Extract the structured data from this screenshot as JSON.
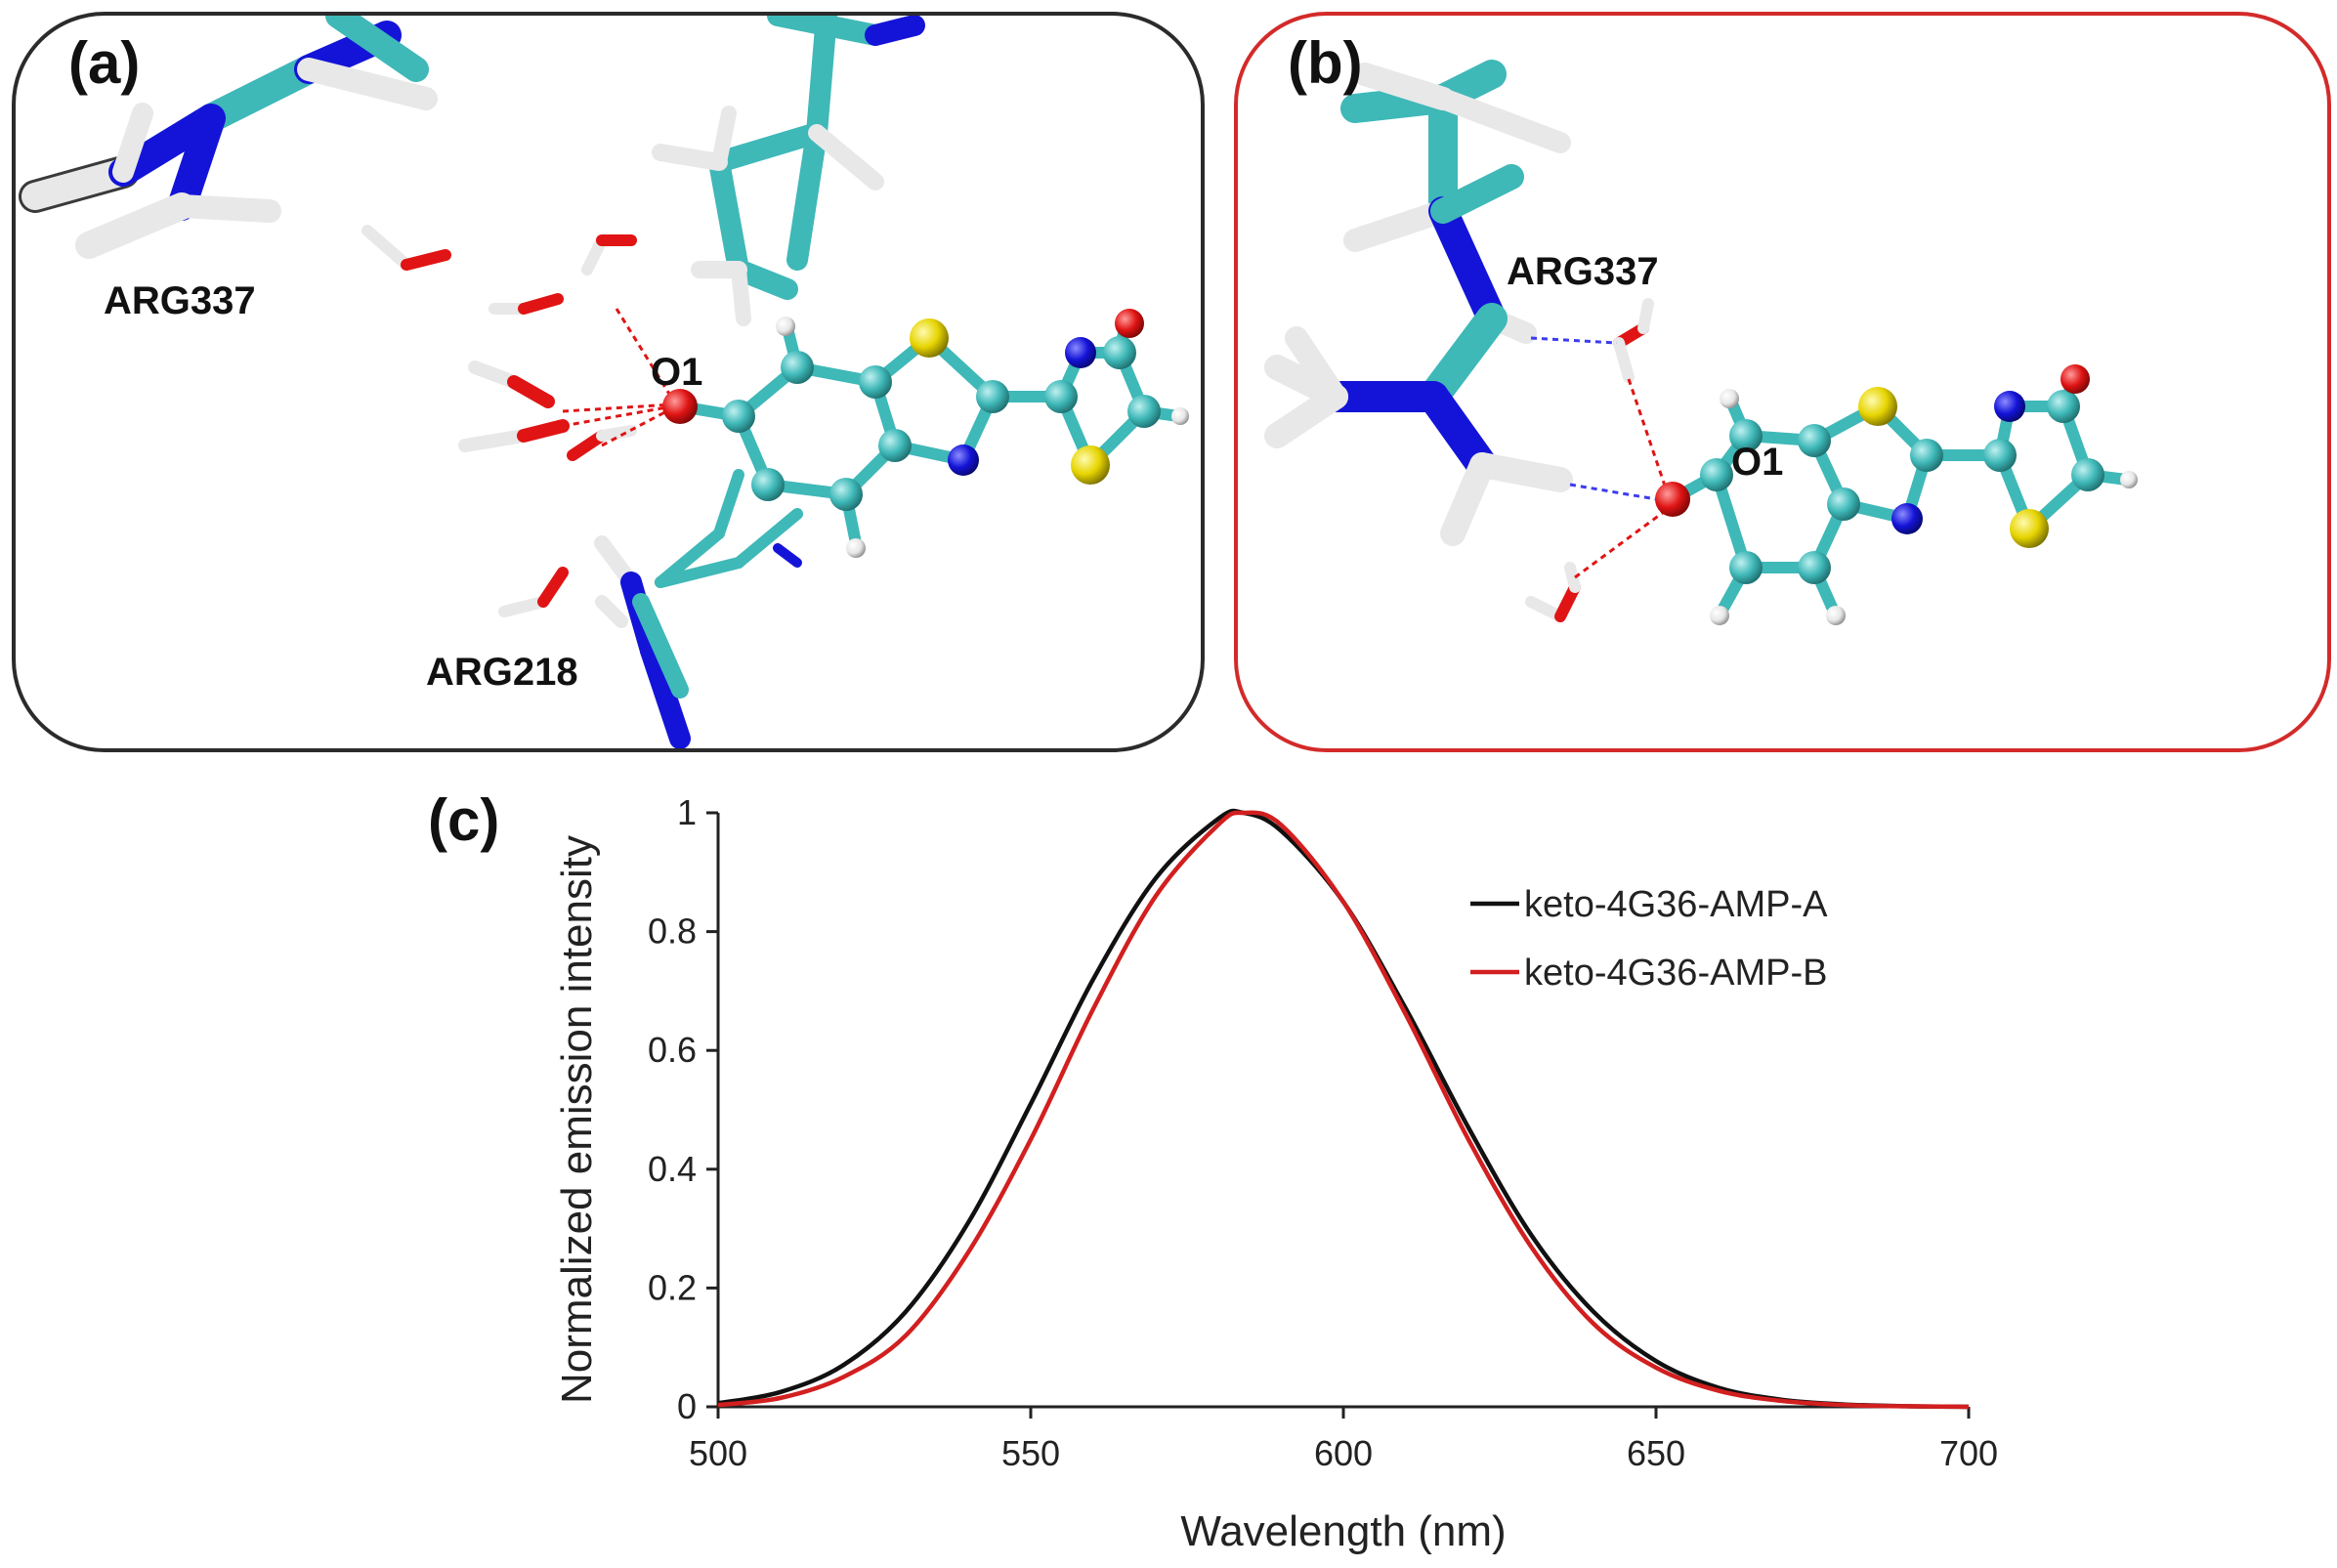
{
  "panel_a": {
    "label": "(a)",
    "residue_1": "ARG337",
    "residue_2": "ARG218",
    "atom": "O1"
  },
  "panel_b": {
    "label": "(b)",
    "residue_1": "ARG337",
    "atom": "O1"
  },
  "panel_c": {
    "label": "(c)"
  },
  "colors": {
    "frame_a": "#2b2b2b",
    "frame_b": "#d32a2a",
    "carbon": "#3fb8b8",
    "nitrogen": "#1414d8",
    "oxygen": "#e01414",
    "sulfur": "#e6d400",
    "hydrogen": "#f2f2f2"
  },
  "chart_data": {
    "type": "line",
    "xlabel": "Wavelength (nm)",
    "ylabel": "Normalized emission intensity",
    "xlim": [
      500,
      700
    ],
    "ylim": [
      0,
      1
    ],
    "xticks": [
      "500",
      "550",
      "600",
      "650",
      "700"
    ],
    "yticks": [
      "0",
      "0.2",
      "0.4",
      "0.6",
      "0.8",
      "1"
    ],
    "grid": false,
    "legend_position": "right",
    "x": [
      500,
      510,
      520,
      530,
      540,
      550,
      560,
      570,
      580,
      584,
      590,
      600,
      610,
      620,
      630,
      640,
      650,
      660,
      670,
      680,
      690,
      700
    ],
    "series": [
      {
        "name": "keto-4G36-AMP-A",
        "color": "#111111",
        "values": [
          0.006,
          0.025,
          0.07,
          0.16,
          0.31,
          0.51,
          0.72,
          0.89,
          0.99,
          1.0,
          0.97,
          0.85,
          0.67,
          0.47,
          0.29,
          0.16,
          0.077,
          0.032,
          0.012,
          0.004,
          0.001,
          0.0
        ]
      },
      {
        "name": "keto-4G36-AMP-B",
        "color": "#d21f1f",
        "values": [
          0.003,
          0.015,
          0.05,
          0.12,
          0.26,
          0.45,
          0.67,
          0.86,
          0.98,
          1.0,
          0.98,
          0.85,
          0.66,
          0.45,
          0.27,
          0.14,
          0.066,
          0.027,
          0.01,
          0.003,
          0.001,
          0.0
        ]
      }
    ]
  }
}
